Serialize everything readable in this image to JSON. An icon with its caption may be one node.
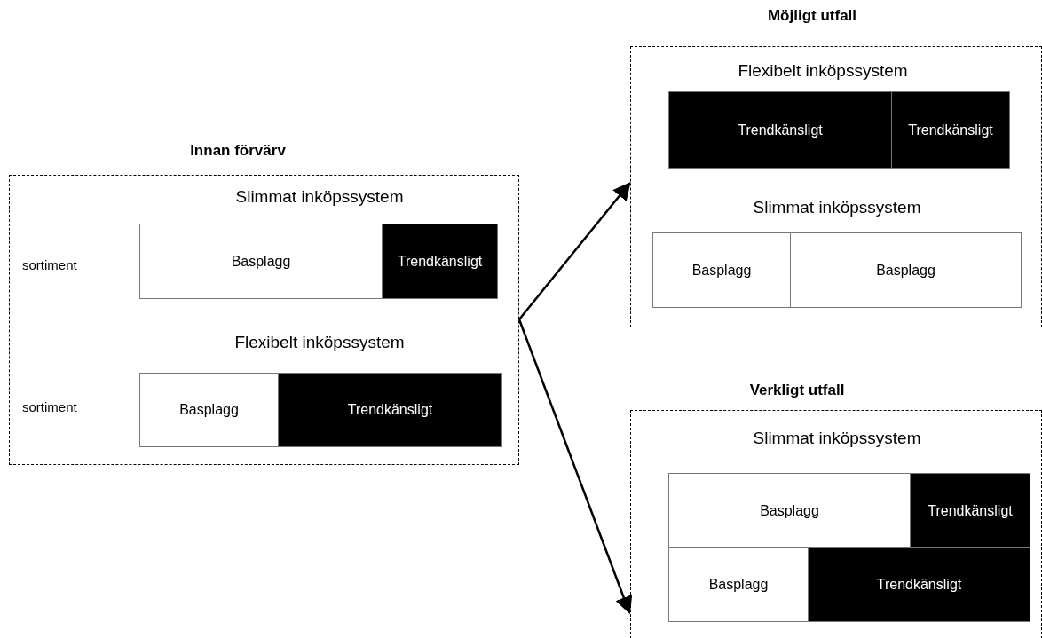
{
  "diagram": {
    "nodes": [
      {
        "text": [
          "Innan förvärv"
        ]
      },
      {
        "text": [
          "Basplagg"
        ],
        "in": 0
      },
      {
        "text": [
          "Trendkänsligt"
        ],
        "in": 0
      },
      {
        "text": [
          "Basplagg"
        ],
        "in": 0
      },
      {
        "text": [
          "Trendkänsligt"
        ],
        "in": 0
      },
      {
        "text": [
          "Möjligt utfall"
        ]
      },
      {
        "text": [
          "Trendkänsligt"
        ],
        "in": 5
      },
      {
        "text": [
          "Trendkänsligt"
        ],
        "in": 5
      },
      {
        "text": [
          "Basplagg"
        ],
        "in": 5
      },
      {
        "text": [
          "Basplagg"
        ],
        "in": 5
      },
      {
        "text": [
          "Verkligt utfall"
        ]
      },
      {
        "text": [
          "Basplagg"
        ],
        "in": 10
      },
      {
        "text": [
          "Trendkänsligt"
        ],
        "in": 10
      },
      {
        "text": [
          "Basplagg"
        ],
        "in": 10
      },
      {
        "text": [
          "Trendkänsligt"
        ],
        "in": 10
      }
    ],
    "edges": [
      {
        "from": 0,
        "to": 5,
        "arrow": "to"
      },
      {
        "from": 0,
        "to": 10,
        "arrow": "to"
      }
    ],
    "labels": [
      "Slimmat inköpssystem",
      "sortiment",
      "Flexibelt inköpssystem",
      "sortiment",
      "Flexibelt inköpssystem",
      "Slimmat inköpssystem",
      "Slimmat inköpssystem"
    ]
  }
}
